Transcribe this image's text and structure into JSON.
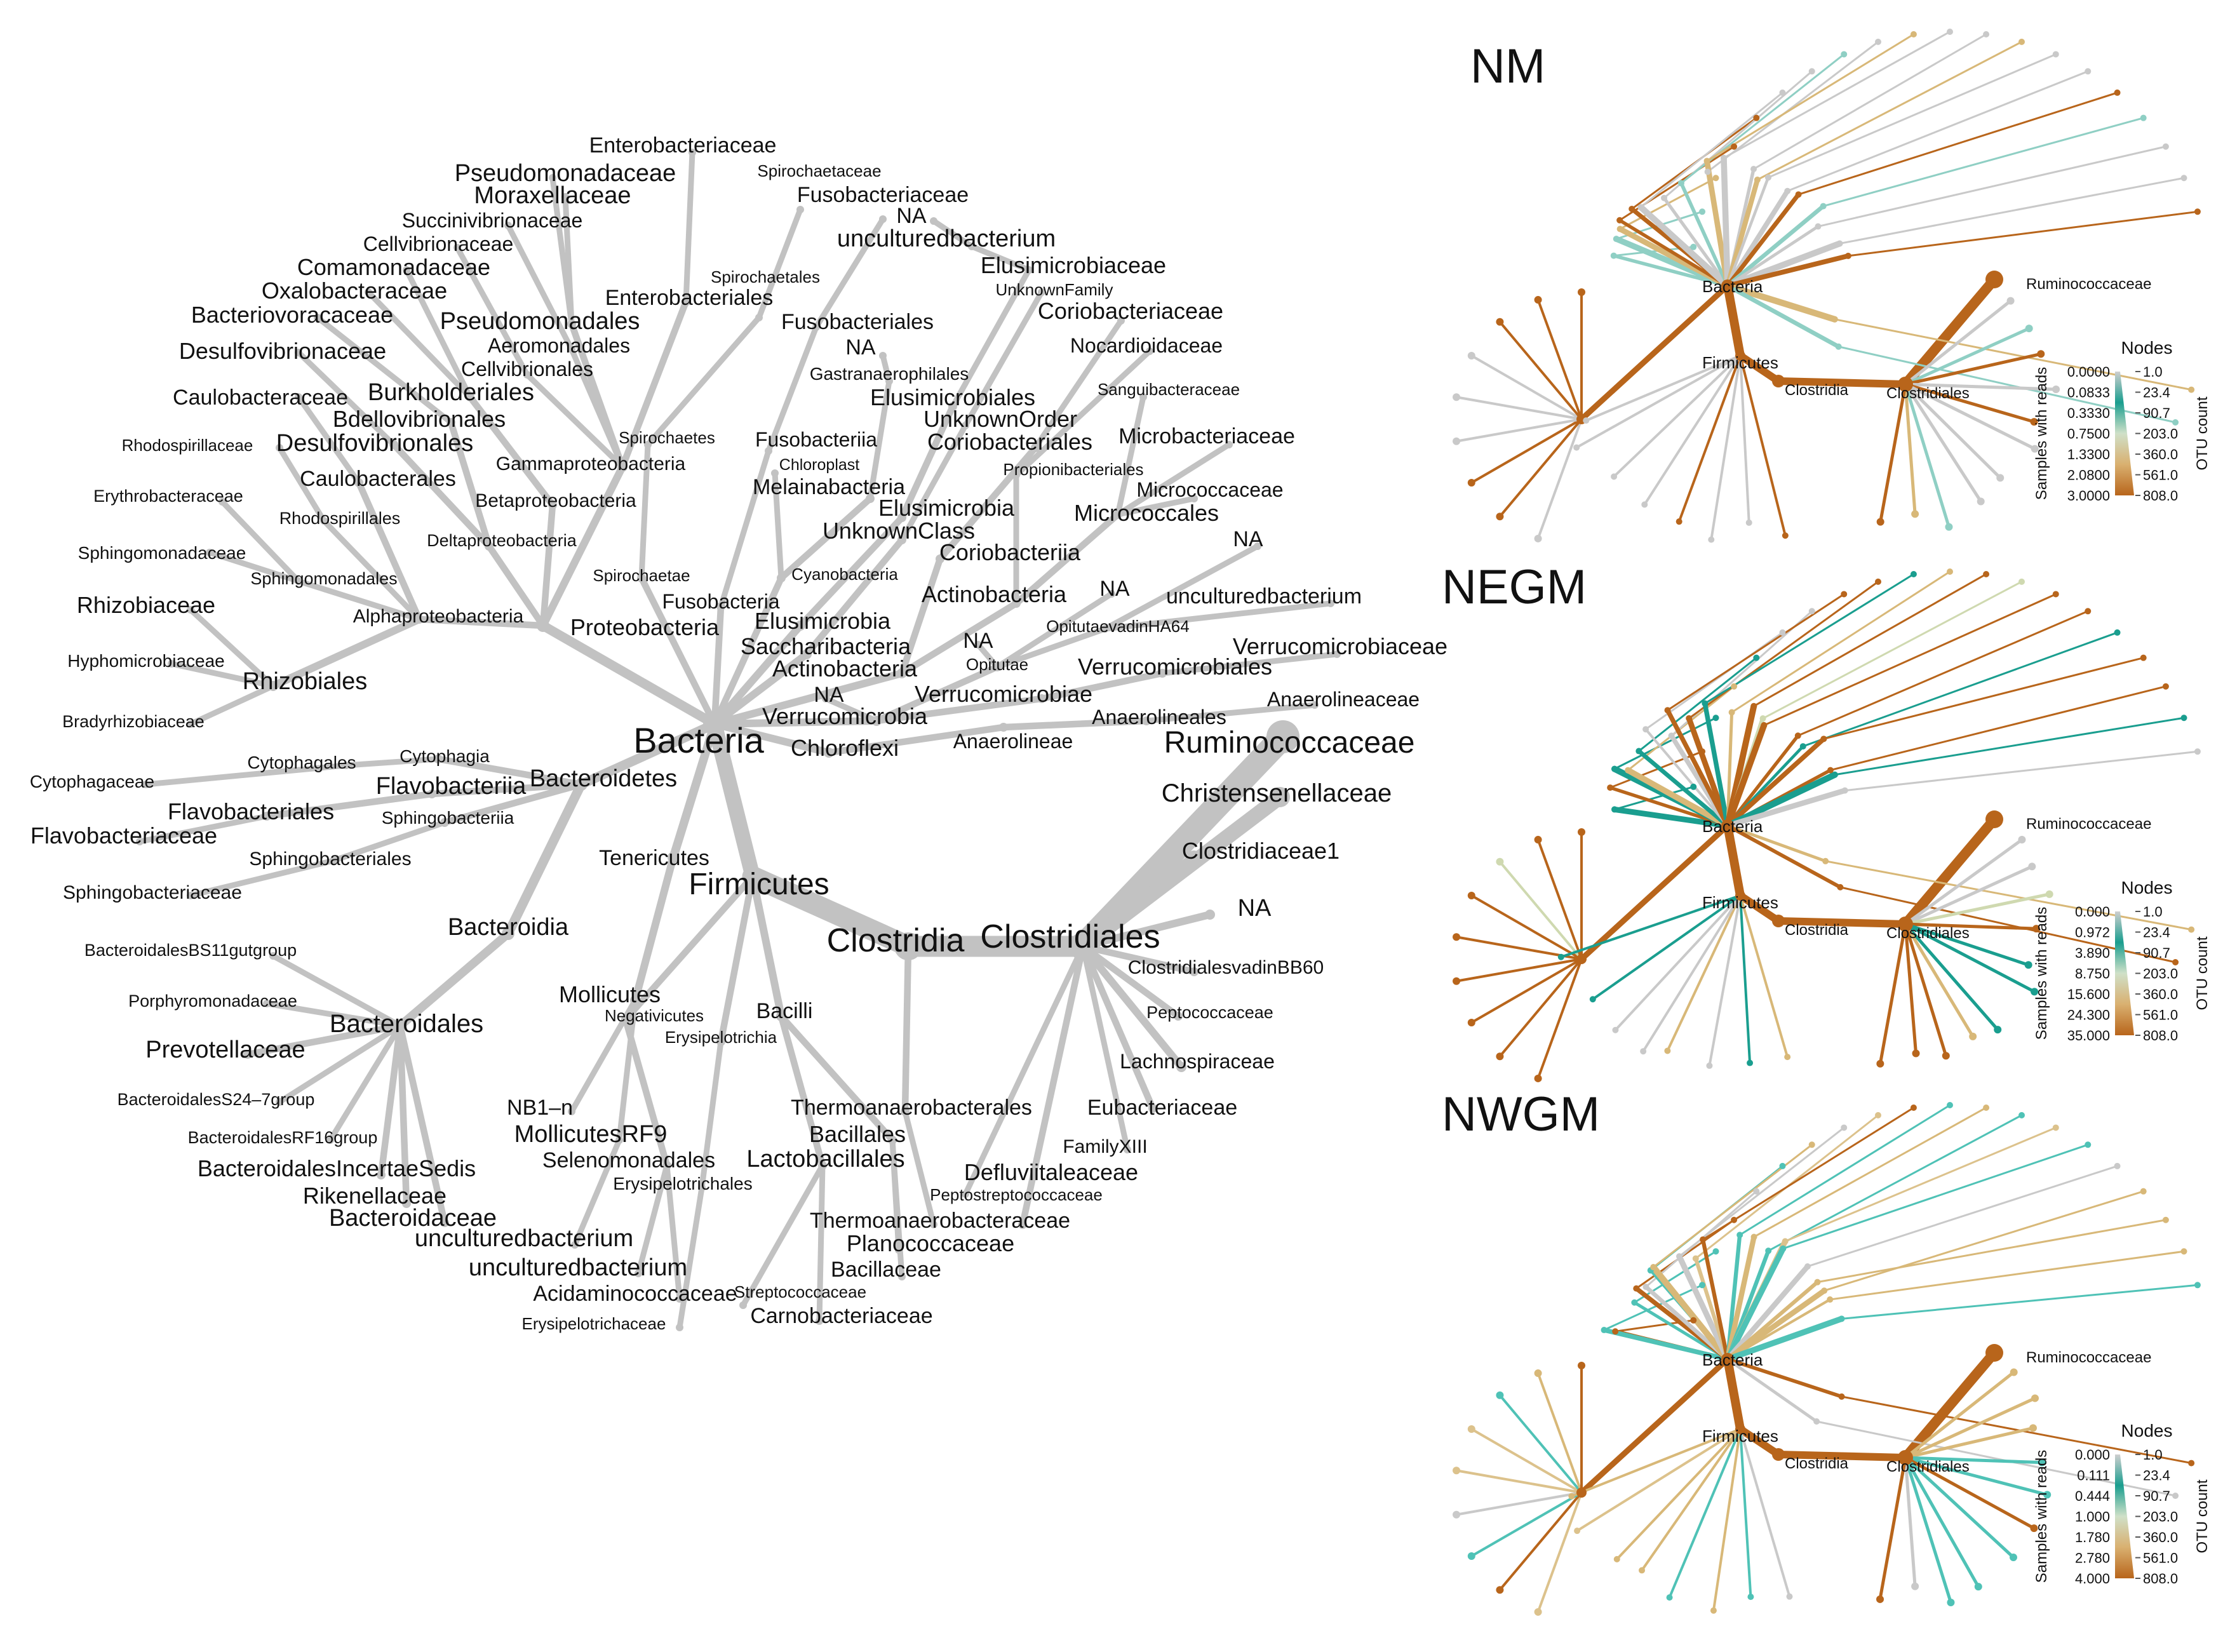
{
  "key_tree": {
    "root": "Bacteria",
    "nodes": [
      {
        "id": "bacteria",
        "label": "Bacteria",
        "parent": null
      },
      {
        "id": "proteobacteria",
        "label": "Proteobacteria",
        "parent": "bacteria"
      },
      {
        "id": "alphaproteobacteria",
        "label": "Alphaproteobacteria",
        "parent": "proteobacteria"
      },
      {
        "id": "rhizobiales",
        "label": "Rhizobiales",
        "parent": "alphaproteobacteria"
      },
      {
        "id": "rhizobiaceae",
        "label": "Rhizobiaceae",
        "parent": "rhizobiales"
      },
      {
        "id": "hyphomicrobiaceae",
        "label": "Hyphomicrobiaceae",
        "parent": "rhizobiales"
      },
      {
        "id": "bradyrhizobiaceae",
        "label": "Bradyrhizobiaceae",
        "parent": "rhizobiales"
      },
      {
        "id": "sphingomonadales",
        "label": "Sphingomonadales",
        "parent": "alphaproteobacteria"
      },
      {
        "id": "sphingomonadaceae",
        "label": "Sphingomonadaceae",
        "parent": "sphingomonadales"
      },
      {
        "id": "erythrobacteraceae",
        "label": "Erythrobacteraceae",
        "parent": "sphingomonadales"
      },
      {
        "id": "rhodospirillales",
        "label": "Rhodospirillales",
        "parent": "alphaproteobacteria"
      },
      {
        "id": "rhodospirillaceae",
        "label": "Rhodospirillaceae",
        "parent": "rhodospirillales"
      },
      {
        "id": "caulobacterales",
        "label": "Caulobacterales",
        "parent": "alphaproteobacteria"
      },
      {
        "id": "caulobacteraceae",
        "label": "Caulobacteraceae",
        "parent": "caulobacterales"
      },
      {
        "id": "deltaproteobacteria",
        "label": "Deltaproteobacteria",
        "parent": "proteobacteria"
      },
      {
        "id": "desulfovibrionales",
        "label": "Desulfovibrionales",
        "parent": "deltaproteobacteria"
      },
      {
        "id": "desulfovibrionaceae",
        "label": "Desulfovibrionaceae",
        "parent": "desulfovibrionales"
      },
      {
        "id": "bdellovibrionales",
        "label": "Bdellovibrionales",
        "parent": "deltaproteobacteria"
      },
      {
        "id": "bacteriovoracaceae",
        "label": "Bacteriovoracaceae",
        "parent": "bdellovibrionales"
      },
      {
        "id": "betaproteobacteria",
        "label": "Betaproteobacteria",
        "parent": "proteobacteria"
      },
      {
        "id": "burkholderiales",
        "label": "Burkholderiales",
        "parent": "betaproteobacteria"
      },
      {
        "id": "oxalobacteraceae",
        "label": "Oxalobacteraceae",
        "parent": "burkholderiales"
      },
      {
        "id": "comamonadaceae",
        "label": "Comamonadaceae",
        "parent": "burkholderiales"
      },
      {
        "id": "gammaproteobacteria",
        "label": "Gammaproteobacteria",
        "parent": "proteobacteria"
      },
      {
        "id": "cellvibrionales",
        "label": "Cellvibrionales",
        "parent": "gammaproteobacteria"
      },
      {
        "id": "cellvibrionaceae",
        "label": "Cellvibrionaceae",
        "parent": "cellvibrionales"
      },
      {
        "id": "aeromonadales",
        "label": "Aeromonadales",
        "parent": "gammaproteobacteria"
      },
      {
        "id": "succinivibrionaceae",
        "label": "Succinivibrionaceae",
        "parent": "aeromonadales"
      },
      {
        "id": "pseudomonadales",
        "label": "Pseudomonadales",
        "parent": "gammaproteobacteria"
      },
      {
        "id": "moraxellaceae",
        "label": "Moraxellaceae",
        "parent": "pseudomonadales"
      },
      {
        "id": "pseudomonadaceae",
        "label": "Pseudomonadaceae",
        "parent": "pseudomonadales"
      },
      {
        "id": "enterobacteriales",
        "label": "Enterobacteriales",
        "parent": "gammaproteobacteria"
      },
      {
        "id": "enterobacteriaceae",
        "label": "Enterobacteriaceae",
        "parent": "enterobacteriales"
      },
      {
        "id": "spirochaetae",
        "label": "Spirochaetae",
        "parent": "bacteria"
      },
      {
        "id": "spirochaetes",
        "label": "Spirochaetes",
        "parent": "spirochaetae"
      },
      {
        "id": "spirochaetales",
        "label": "Spirochaetales",
        "parent": "spirochaetes"
      },
      {
        "id": "spirochaetaceae",
        "label": "Spirochaetaceae",
        "parent": "spirochaetales"
      },
      {
        "id": "fusobacteria",
        "label": "Fusobacteria",
        "parent": "bacteria"
      },
      {
        "id": "fusobacteriia",
        "label": "Fusobacteriia",
        "parent": "fusobacteria"
      },
      {
        "id": "fusobacteriales",
        "label": "Fusobacteriales",
        "parent": "fusobacteriia"
      },
      {
        "id": "fusobacteriaceae",
        "label": "Fusobacteriaceae",
        "parent": "fusobacteriales"
      },
      {
        "id": "cyanobacteria",
        "label": "Cyanobacteria",
        "parent": "bacteria"
      },
      {
        "id": "chloroplast",
        "label": "Chloroplast",
        "parent": "cyanobacteria"
      },
      {
        "id": "melainabacteria",
        "label": "Melainabacteria",
        "parent": "cyanobacteria"
      },
      {
        "id": "gastranaerophilales",
        "label": "Gastranaerophilales",
        "parent": "melainabacteria"
      },
      {
        "id": "na_gastr",
        "label": "NA",
        "parent": "gastranaerophilales"
      },
      {
        "id": "elusimicrobia",
        "label": "Elusimicrobia",
        "parent": "bacteria"
      },
      {
        "id": "elusimicrobia_c",
        "label": "Elusimicrobia",
        "parent": "elusimicrobia"
      },
      {
        "id": "elusimicrobiales",
        "label": "Elusimicrobiales",
        "parent": "elusimicrobia_c"
      },
      {
        "id": "elusimicrobiaceae",
        "label": "Elusimicrobiaceae",
        "parent": "elusimicrobiales"
      },
      {
        "id": "unculturedbacterium_el",
        "label": "unculturedbacterium",
        "parent": "elusimicrobiaceae"
      },
      {
        "id": "na_el",
        "label": "NA",
        "parent": "unculturedbacterium_el"
      },
      {
        "id": "saccharibacteria",
        "label": "Saccharibacteria",
        "parent": "bacteria"
      },
      {
        "id": "unknownclass",
        "label": "UnknownClass",
        "parent": "saccharibacteria"
      },
      {
        "id": "unknownorder",
        "label": "UnknownOrder",
        "parent": "unknownclass"
      },
      {
        "id": "unknownfamily",
        "label": "UnknownFamily",
        "parent": "unknownorder"
      },
      {
        "id": "actinobacteria",
        "label": "Actinobacteria",
        "parent": "bacteria"
      },
      {
        "id": "coriobacteriia",
        "label": "Coriobacteriia",
        "parent": "actinobacteria"
      },
      {
        "id": "coriobacteriales",
        "label": "Coriobacteriales",
        "parent": "coriobacteriia"
      },
      {
        "id": "coriobacteriaceae",
        "label": "Coriobacteriaceae",
        "parent": "coriobacteriales"
      },
      {
        "id": "actinobacteria_c",
        "label": "Actinobacteria",
        "parent": "actinobacteria"
      },
      {
        "id": "propionibacteriales",
        "label": "Propionibacteriales",
        "parent": "actinobacteria_c"
      },
      {
        "id": "nocardioidaceae",
        "label": "Nocardioidaceae",
        "parent": "propionibacteriales"
      },
      {
        "id": "micrococcales",
        "label": "Micrococcales",
        "parent": "actinobacteria_c"
      },
      {
        "id": "sanguibacteraceae",
        "label": "Sanguibacteraceae",
        "parent": "micrococcales"
      },
      {
        "id": "microbacteriaceae",
        "label": "Microbacteriaceae",
        "parent": "micrococcales"
      },
      {
        "id": "micrococcaceae",
        "label": "Micrococcaceae",
        "parent": "micrococcales"
      },
      {
        "id": "verrucomicrobia",
        "label": "Verrucomicrobia",
        "parent": "bacteria"
      },
      {
        "id": "opitutae",
        "label": "Opitutae",
        "parent": "verrucomicrobia"
      },
      {
        "id": "opitutaevadin",
        "label": "OpitutaevadinHA64",
        "parent": "opitutae"
      },
      {
        "id": "na_opit",
        "label": "NA",
        "parent": "opitutaevadin"
      },
      {
        "id": "unculturedbacterium_op",
        "label": "unculturedbacterium",
        "parent": "opitutaevadin"
      },
      {
        "id": "na_opit2",
        "label": "NA",
        "parent": "opitutae"
      },
      {
        "id": "na_ob",
        "label": "NA",
        "parent": "opitutae"
      },
      {
        "id": "verrucomicrobiae",
        "label": "Verrucomicrobiae",
        "parent": "verrucomicrobia"
      },
      {
        "id": "verrucomicrobiales",
        "label": "Verrucomicrobiales",
        "parent": "verrucomicrobiae"
      },
      {
        "id": "verrucomicrobiaceae",
        "label": "Verrucomicrobiaceae",
        "parent": "verrucomicrobiales"
      },
      {
        "id": "na_verr",
        "label": "NA",
        "parent": "verrucomicrobia"
      },
      {
        "id": "chloroflexi",
        "label": "Chloroflexi",
        "parent": "bacteria"
      },
      {
        "id": "anaerolineae",
        "label": "Anaerolineae",
        "parent": "chloroflexi"
      },
      {
        "id": "anaerolineales",
        "label": "Anaerolineales",
        "parent": "anaerolineae"
      },
      {
        "id": "anaerolineaceae",
        "label": "Anaerolineaceae",
        "parent": "anaerolineales"
      },
      {
        "id": "bacteroidetes",
        "label": "Bacteroidetes",
        "parent": "bacteria"
      },
      {
        "id": "cytophagia",
        "label": "Cytophagia",
        "parent": "bacteroidetes"
      },
      {
        "id": "cytophagales",
        "label": "Cytophagales",
        "parent": "cytophagia"
      },
      {
        "id": "cytophagaceae",
        "label": "Cytophagaceae",
        "parent": "cytophagales"
      },
      {
        "id": "flavobacteriia",
        "label": "Flavobacteriia",
        "parent": "bacteroidetes"
      },
      {
        "id": "flavobacteriales",
        "label": "Flavobacteriales",
        "parent": "flavobacteriia"
      },
      {
        "id": "flavobacteriaceae",
        "label": "Flavobacteriaceae",
        "parent": "flavobacteriales"
      },
      {
        "id": "sphingobacteriia",
        "label": "Sphingobacteriia",
        "parent": "bacteroidetes"
      },
      {
        "id": "sphingobacteriales",
        "label": "Sphingobacteriales",
        "parent": "sphingobacteriia"
      },
      {
        "id": "sphingobacteriaceae",
        "label": "Sphingobacteriaceae",
        "parent": "sphingobacteriales"
      },
      {
        "id": "bacteroidia",
        "label": "Bacteroidia",
        "parent": "bacteroidetes"
      },
      {
        "id": "bacteroidales",
        "label": "Bacteroidales",
        "parent": "bacteroidia"
      },
      {
        "id": "bs11",
        "label": "BacteroidalesBS11gutgroup",
        "parent": "bacteroidales"
      },
      {
        "id": "porphyromonadaceae",
        "label": "Porphyromonadaceae",
        "parent": "bacteroidales"
      },
      {
        "id": "prevotellaceae",
        "label": "Prevotellaceae",
        "parent": "bacteroidales"
      },
      {
        "id": "s24",
        "label": "BacteroidalesS24–7group",
        "parent": "bacteroidales"
      },
      {
        "id": "rf16",
        "label": "BacteroidalesRF16group",
        "parent": "bacteroidales"
      },
      {
        "id": "incertae",
        "label": "BacteroidalesIncertaeSedis",
        "parent": "bacteroidales"
      },
      {
        "id": "rikenellaceae",
        "label": "Rikenellaceae",
        "parent": "bacteroidales"
      },
      {
        "id": "bacteroidaceae",
        "label": "Bacteroidaceae",
        "parent": "bacteroidales"
      },
      {
        "id": "tenericutes",
        "label": "Tenericutes",
        "parent": "bacteria"
      },
      {
        "id": "mollicutes",
        "label": "Mollicutes",
        "parent": "tenericutes"
      },
      {
        "id": "nb1n",
        "label": "NB1–n",
        "parent": "mollicutes"
      },
      {
        "id": "mollicutesrf9",
        "label": "MollicutesRF9",
        "parent": "mollicutes"
      },
      {
        "id": "unculturedbacterium_m1",
        "label": "unculturedbacterium",
        "parent": "mollicutesrf9"
      },
      {
        "id": "firmicutes",
        "label": "Firmicutes",
        "parent": "bacteria"
      },
      {
        "id": "negativicutes",
        "label": "Negativicutes",
        "parent": "firmicutes"
      },
      {
        "id": "selenomonadales",
        "label": "Selenomonadales",
        "parent": "negativicutes"
      },
      {
        "id": "acidaminococcaceae",
        "label": "Acidaminococcaceae",
        "parent": "selenomonadales"
      },
      {
        "id": "unculturedbacterium_m2",
        "label": "unculturedbacterium",
        "parent": "selenomonadales"
      },
      {
        "id": "erysipelotrichia",
        "label": "Erysipelotrichia",
        "parent": "firmicutes"
      },
      {
        "id": "erysipelotrichales",
        "label": "Erysipelotrichales",
        "parent": "erysipelotrichia"
      },
      {
        "id": "erysipelotrichaceae",
        "label": "Erysipelotrichaceae",
        "parent": "erysipelotrichales"
      },
      {
        "id": "bacilli",
        "label": "Bacilli",
        "parent": "firmicutes"
      },
      {
        "id": "lactobacillales",
        "label": "Lactobacillales",
        "parent": "bacilli"
      },
      {
        "id": "streptococcaceae",
        "label": "Streptococcaceae",
        "parent": "lactobacillales"
      },
      {
        "id": "carnobacteriaceae",
        "label": "Carnobacteriaceae",
        "parent": "lactobacillales"
      },
      {
        "id": "bacillales",
        "label": "Bacillales",
        "parent": "bacilli"
      },
      {
        "id": "planococcaceae",
        "label": "Planococcaceae",
        "parent": "bacillales"
      },
      {
        "id": "bacillaceae",
        "label": "Bacillaceae",
        "parent": "bacillales"
      },
      {
        "id": "clostridia",
        "label": "Clostridia",
        "parent": "firmicutes"
      },
      {
        "id": "thermoanaerobacterales",
        "label": "Thermoanaerobacterales",
        "parent": "clostridia"
      },
      {
        "id": "thermoanaerobacteraceae",
        "label": "Thermoanaerobacteraceae",
        "parent": "thermoanaerobacterales"
      },
      {
        "id": "clostridiales",
        "label": "Clostridiales",
        "parent": "clostridia"
      },
      {
        "id": "ruminococcaceae",
        "label": "Ruminococcaceae",
        "parent": "clostridiales"
      },
      {
        "id": "christensenellaceae",
        "label": "Christensenellaceae",
        "parent": "clostridiales"
      },
      {
        "id": "clostridiaceae1",
        "label": "Clostridiaceae1",
        "parent": "clostridiales"
      },
      {
        "id": "na_cl",
        "label": "NA",
        "parent": "clostridiales"
      },
      {
        "id": "vadinbb60",
        "label": "ClostridialesvadinBB60",
        "parent": "clostridiales"
      },
      {
        "id": "peptococcaceae",
        "label": "Peptococcaceae",
        "parent": "clostridiales"
      },
      {
        "id": "lachnospiraceae",
        "label": "Lachnospiraceae",
        "parent": "clostridiales"
      },
      {
        "id": "eubacteriaceae",
        "label": "Eubacteriaceae",
        "parent": "clostridiales"
      },
      {
        "id": "familyxiii",
        "label": "FamilyXIII",
        "parent": "clostridiales"
      },
      {
        "id": "defluviitaleaceae",
        "label": "Defluviitaleaceae",
        "parent": "clostridiales"
      },
      {
        "id": "peptostreptococcaceae",
        "label": "Peptostreptococcaceae",
        "parent": "clostridiales"
      }
    ]
  },
  "panels": [
    {
      "title": "NM",
      "labels": [
        "Bacteria",
        "Firmicutes",
        "Clostridia",
        "Clostridiales",
        "Ruminococcaceae"
      ],
      "legend": {
        "title": "Nodes",
        "left_axis_label": "Samples with reads",
        "right_axis_label": "OTU count",
        "left_ticks": [
          "0.0000",
          "0.0833",
          "0.3330",
          "0.7500",
          "1.3300",
          "2.0800",
          "3.0000"
        ],
        "right_ticks": [
          "1.0",
          "23.4",
          "90.7",
          "203.0",
          "360.0",
          "561.0",
          "808.0"
        ]
      }
    },
    {
      "title": "NEGM",
      "labels": [
        "Bacteria",
        "Firmicutes",
        "Clostridia",
        "Clostridiales",
        "Ruminococcaceae"
      ],
      "legend": {
        "title": "Nodes",
        "left_axis_label": "Samples with reads",
        "right_axis_label": "OTU count",
        "left_ticks": [
          "0.000",
          "0.972",
          "3.890",
          "8.750",
          "15.600",
          "24.300",
          "35.000"
        ],
        "right_ticks": [
          "1.0",
          "23.4",
          "90.7",
          "203.0",
          "360.0",
          "561.0",
          "808.0"
        ]
      }
    },
    {
      "title": "NWGM",
      "labels": [
        "Bacteria",
        "Firmicutes",
        "Clostridia",
        "Clostridiales",
        "Ruminococcaceae"
      ],
      "legend": {
        "title": "Nodes",
        "left_axis_label": "Samples with reads",
        "right_axis_label": "OTU count",
        "left_ticks": [
          "0.000",
          "0.111",
          "0.444",
          "1.000",
          "1.780",
          "2.780",
          "4.000"
        ],
        "right_ticks": [
          "1.0",
          "23.4",
          "90.7",
          "203.0",
          "360.0",
          "561.0",
          "808.0"
        ]
      }
    }
  ],
  "colors": {
    "key_tree": "#c2c2c2",
    "low": "#c9c9c9",
    "teal": "#1a9e8f",
    "tan": "#d8b878",
    "brown": "#b8651b",
    "text": "#111111"
  }
}
